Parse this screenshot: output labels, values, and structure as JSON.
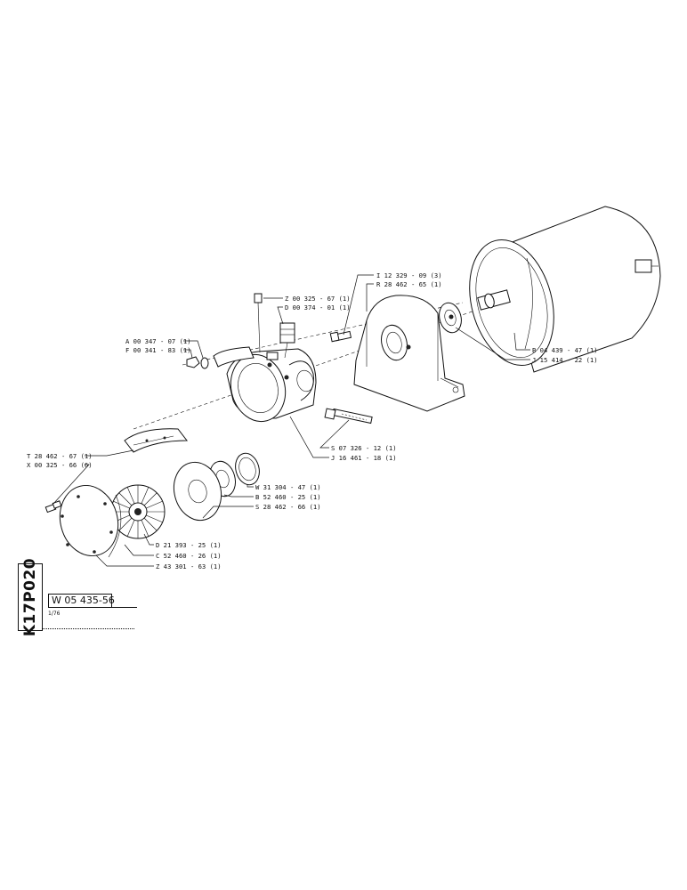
{
  "document": {
    "sheet_code": "K17P020",
    "drawing_number": "W 05 435-56",
    "small_note": "1/76"
  },
  "labels": {
    "i_12_329_09": "I  12  329 - 09  (3)",
    "r_28_462_65": "R  28  462 - 65  (1)",
    "z_00_325_67": "Z  00  325 - 67  (1)",
    "d_00_374_01": "D  00  374 - 01  (1)",
    "a_00_347_07": "A  00  347 - 07  (1)",
    "f_00_341_83": "F  00  341 - 83  (1)",
    "b_04_439_47": "B  04  439 - 47  (1)",
    "j_15_414_22": "J  15  414 - 22  (1)",
    "s_07_326_12": "S  07  326 - 12  (1)",
    "j_16_461_18": "J  16  461 - 18  (1)",
    "t_28_462_67": "T  28  462 - 67  (1)",
    "x_00_325_66": "X  00  325 - 66  (6)",
    "w_31_304_47": "W  31  304 - 47  (1)",
    "b_52_460_25": "B  52  460 - 25  (1)",
    "s_28_462_66": "S  28  462 - 66  (1)",
    "d_21_393_25": "D  21  393 - 25  (1)",
    "c_52_460_26": "C  52  460 - 26  (1)",
    "z_43_301_63": "Z  43  301 - 63  (1)"
  }
}
